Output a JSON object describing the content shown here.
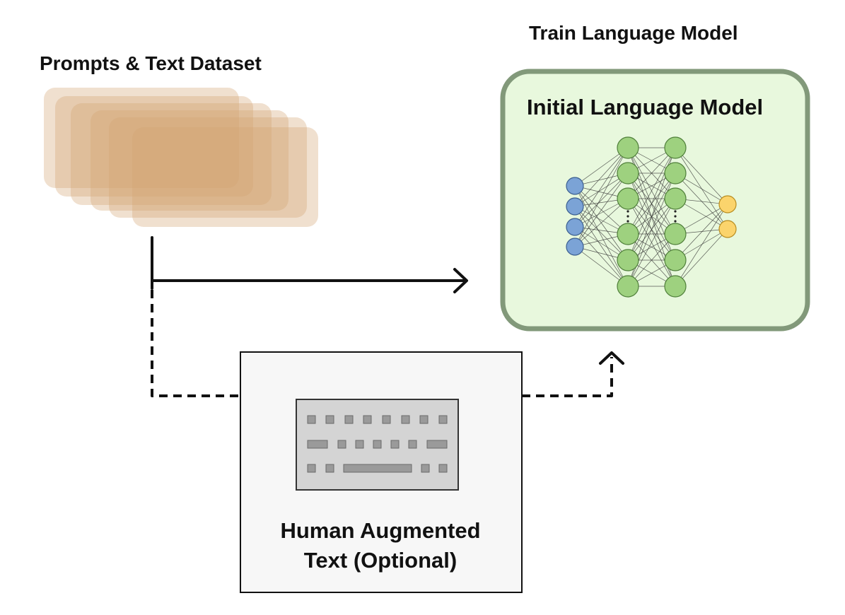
{
  "dataset": {
    "title": "Prompts & Text Dataset"
  },
  "train": {
    "title": "Train Language Model"
  },
  "model": {
    "title": "Initial Language Model"
  },
  "human": {
    "title_line1": "Human Augmented",
    "title_line2": "Text (Optional)"
  },
  "colors": {
    "dataset_card": "#d4a373",
    "model_fill": "#e8f8dd",
    "model_border": "#82997a",
    "human_box_fill": "#f7f7f7",
    "keyboard_fill": "#d4d4d4",
    "input_neuron": "#7ba3d6",
    "hidden_neuron": "#9ed17f",
    "output_neuron": "#fbd46c"
  },
  "icons": {
    "keyboard": "keyboard-icon",
    "network": "neural-network-icon"
  }
}
